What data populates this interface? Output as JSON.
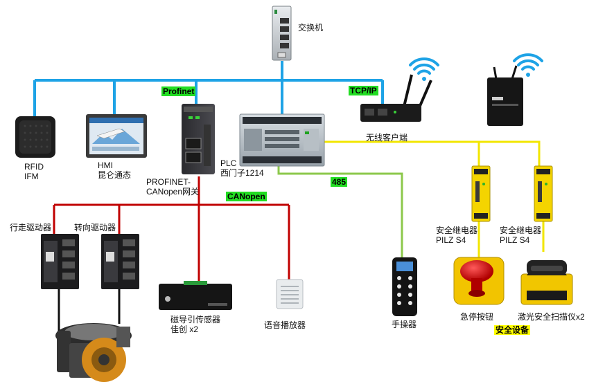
{
  "colors": {
    "ethernet": "#1ea3e6",
    "canopen": "#c00000",
    "rs485": "#8cc84b",
    "safety": "#f2e600",
    "tag_green": "#22dd22",
    "tag_yellow": "#ffff00"
  },
  "nodes": {
    "switch": {
      "label": "交换机",
      "icon": "ethernet-switch"
    },
    "rfid": {
      "line1": "RFID",
      "line2": "IFM",
      "icon": "rfid-reader"
    },
    "hmi": {
      "line1": "HMI",
      "line2": "昆仑通态",
      "icon": "touch-panel"
    },
    "gateway": {
      "line1": "PROFINET-",
      "line2": "CANopen网关",
      "icon": "gateway"
    },
    "plc": {
      "line1": "PLC",
      "line2": "西门子1214",
      "icon": "plc"
    },
    "wireless_client": {
      "label": "无线客户端",
      "icon": "wireless-router"
    },
    "wireless_ap": {
      "icon": "wireless-access-point"
    },
    "drive_travel": {
      "label": "行走驱动器",
      "icon": "servo-drive"
    },
    "drive_steer": {
      "label": "转向驱动器",
      "icon": "servo-drive"
    },
    "mag_sensor": {
      "line1": "磁导引传感器",
      "line2": "佳创 x2",
      "icon": "magnetic-guide-sensor"
    },
    "speaker": {
      "label": "语音播放器",
      "icon": "speaker"
    },
    "handheld": {
      "label": "手操器",
      "icon": "handheld-controller"
    },
    "relay1": {
      "line1": "安全继电器",
      "line2": "PILZ S4",
      "icon": "safety-relay"
    },
    "relay2": {
      "line1": "安全继电器",
      "line2": "PILZ S4",
      "icon": "safety-relay"
    },
    "estop": {
      "label": "急停按钮",
      "icon": "emergency-stop"
    },
    "scanner": {
      "label": "激光安全扫描仪x2",
      "icon": "laser-scanner"
    },
    "drive_wheel": {
      "icon": "drive-wheel"
    }
  },
  "tags": {
    "profinet": "Profinet",
    "tcpip": "TCP/IP",
    "canopen": "CANopen",
    "rs485": "485",
    "safety": "安全设备"
  }
}
